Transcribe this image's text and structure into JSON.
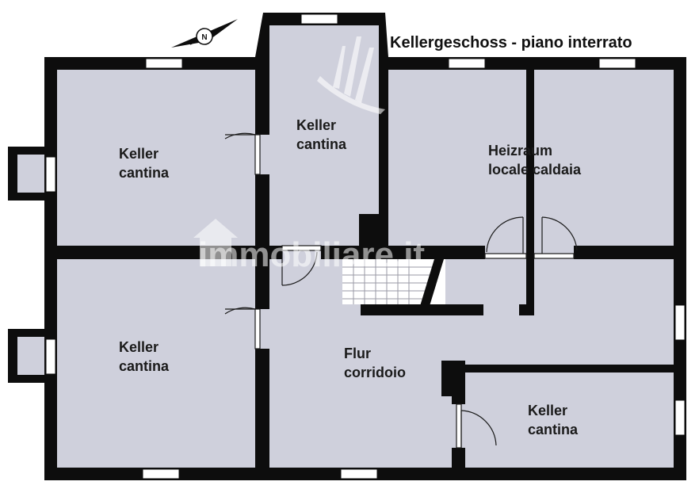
{
  "plan": {
    "title": "Kellergeschoss - piano interrato",
    "compass_letter": "N",
    "watermark": "immobiliare.it",
    "rooms": [
      {
        "line1": "Keller",
        "line2": "cantina"
      },
      {
        "line1": "Keller",
        "line2": "cantina"
      },
      {
        "line1": "Heizraum",
        "line2": "locale caldaia"
      },
      {
        "line1": "Keller",
        "line2": "cantina"
      },
      {
        "line1": "Flur",
        "line2": "corridoio"
      },
      {
        "line1": "Keller",
        "line2": "cantina"
      }
    ],
    "colors": {
      "wall": "#0d0d0d",
      "floor": "#cfd0dc",
      "window": "#ffffff"
    }
  }
}
